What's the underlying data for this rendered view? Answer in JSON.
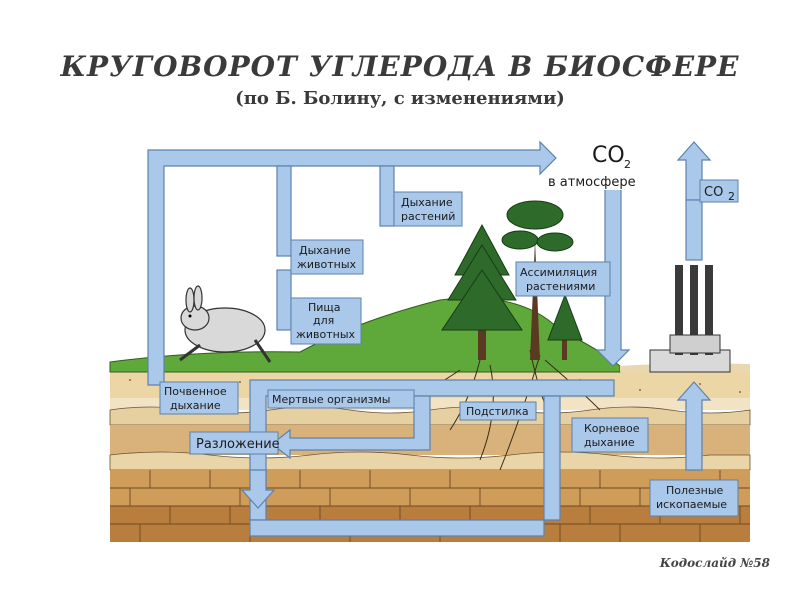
{
  "title": "КРУГОВОРОТ УГЛЕРОДА В БИОСФЕРЕ",
  "subtitle": "(по Б. Болину, с изменениями)",
  "credit": "Кодослайд №58",
  "labels": {
    "co2_main": "CO",
    "co2_sub": "2",
    "atmosphere": "в атмосфере",
    "co2_factory": "CO",
    "co2_factory_sub": "2",
    "plant_respiration_1": "Дыхание",
    "plant_respiration_2": "растений",
    "animal_respiration_1": "Дыхание",
    "animal_respiration_2": "животных",
    "animal_food_1": "Пища",
    "animal_food_2": "для",
    "animal_food_3": "животных",
    "assimilation_1": "Ассимиляция",
    "assimilation_2": "растениями",
    "soil_respiration_1": "Почвенное",
    "soil_respiration_2": "дыхание",
    "dead_organisms": "Мертвые организмы",
    "litter": "Подстилка",
    "decomposition": "Разложение",
    "root_respiration_1": "Корневое",
    "root_respiration_2": "дыхание",
    "minerals_1": "Полезные",
    "minerals_2": "ископаемые"
  },
  "colors": {
    "arrow": "#a9c8ea",
    "arrow_stroke": "#5d82ad",
    "grass": "#5fa83a",
    "soil_top": "#e7c98f",
    "soil_mid": "#d4ab6a",
    "soil_deep": "#c0884a",
    "rock": "#b97d3e"
  }
}
